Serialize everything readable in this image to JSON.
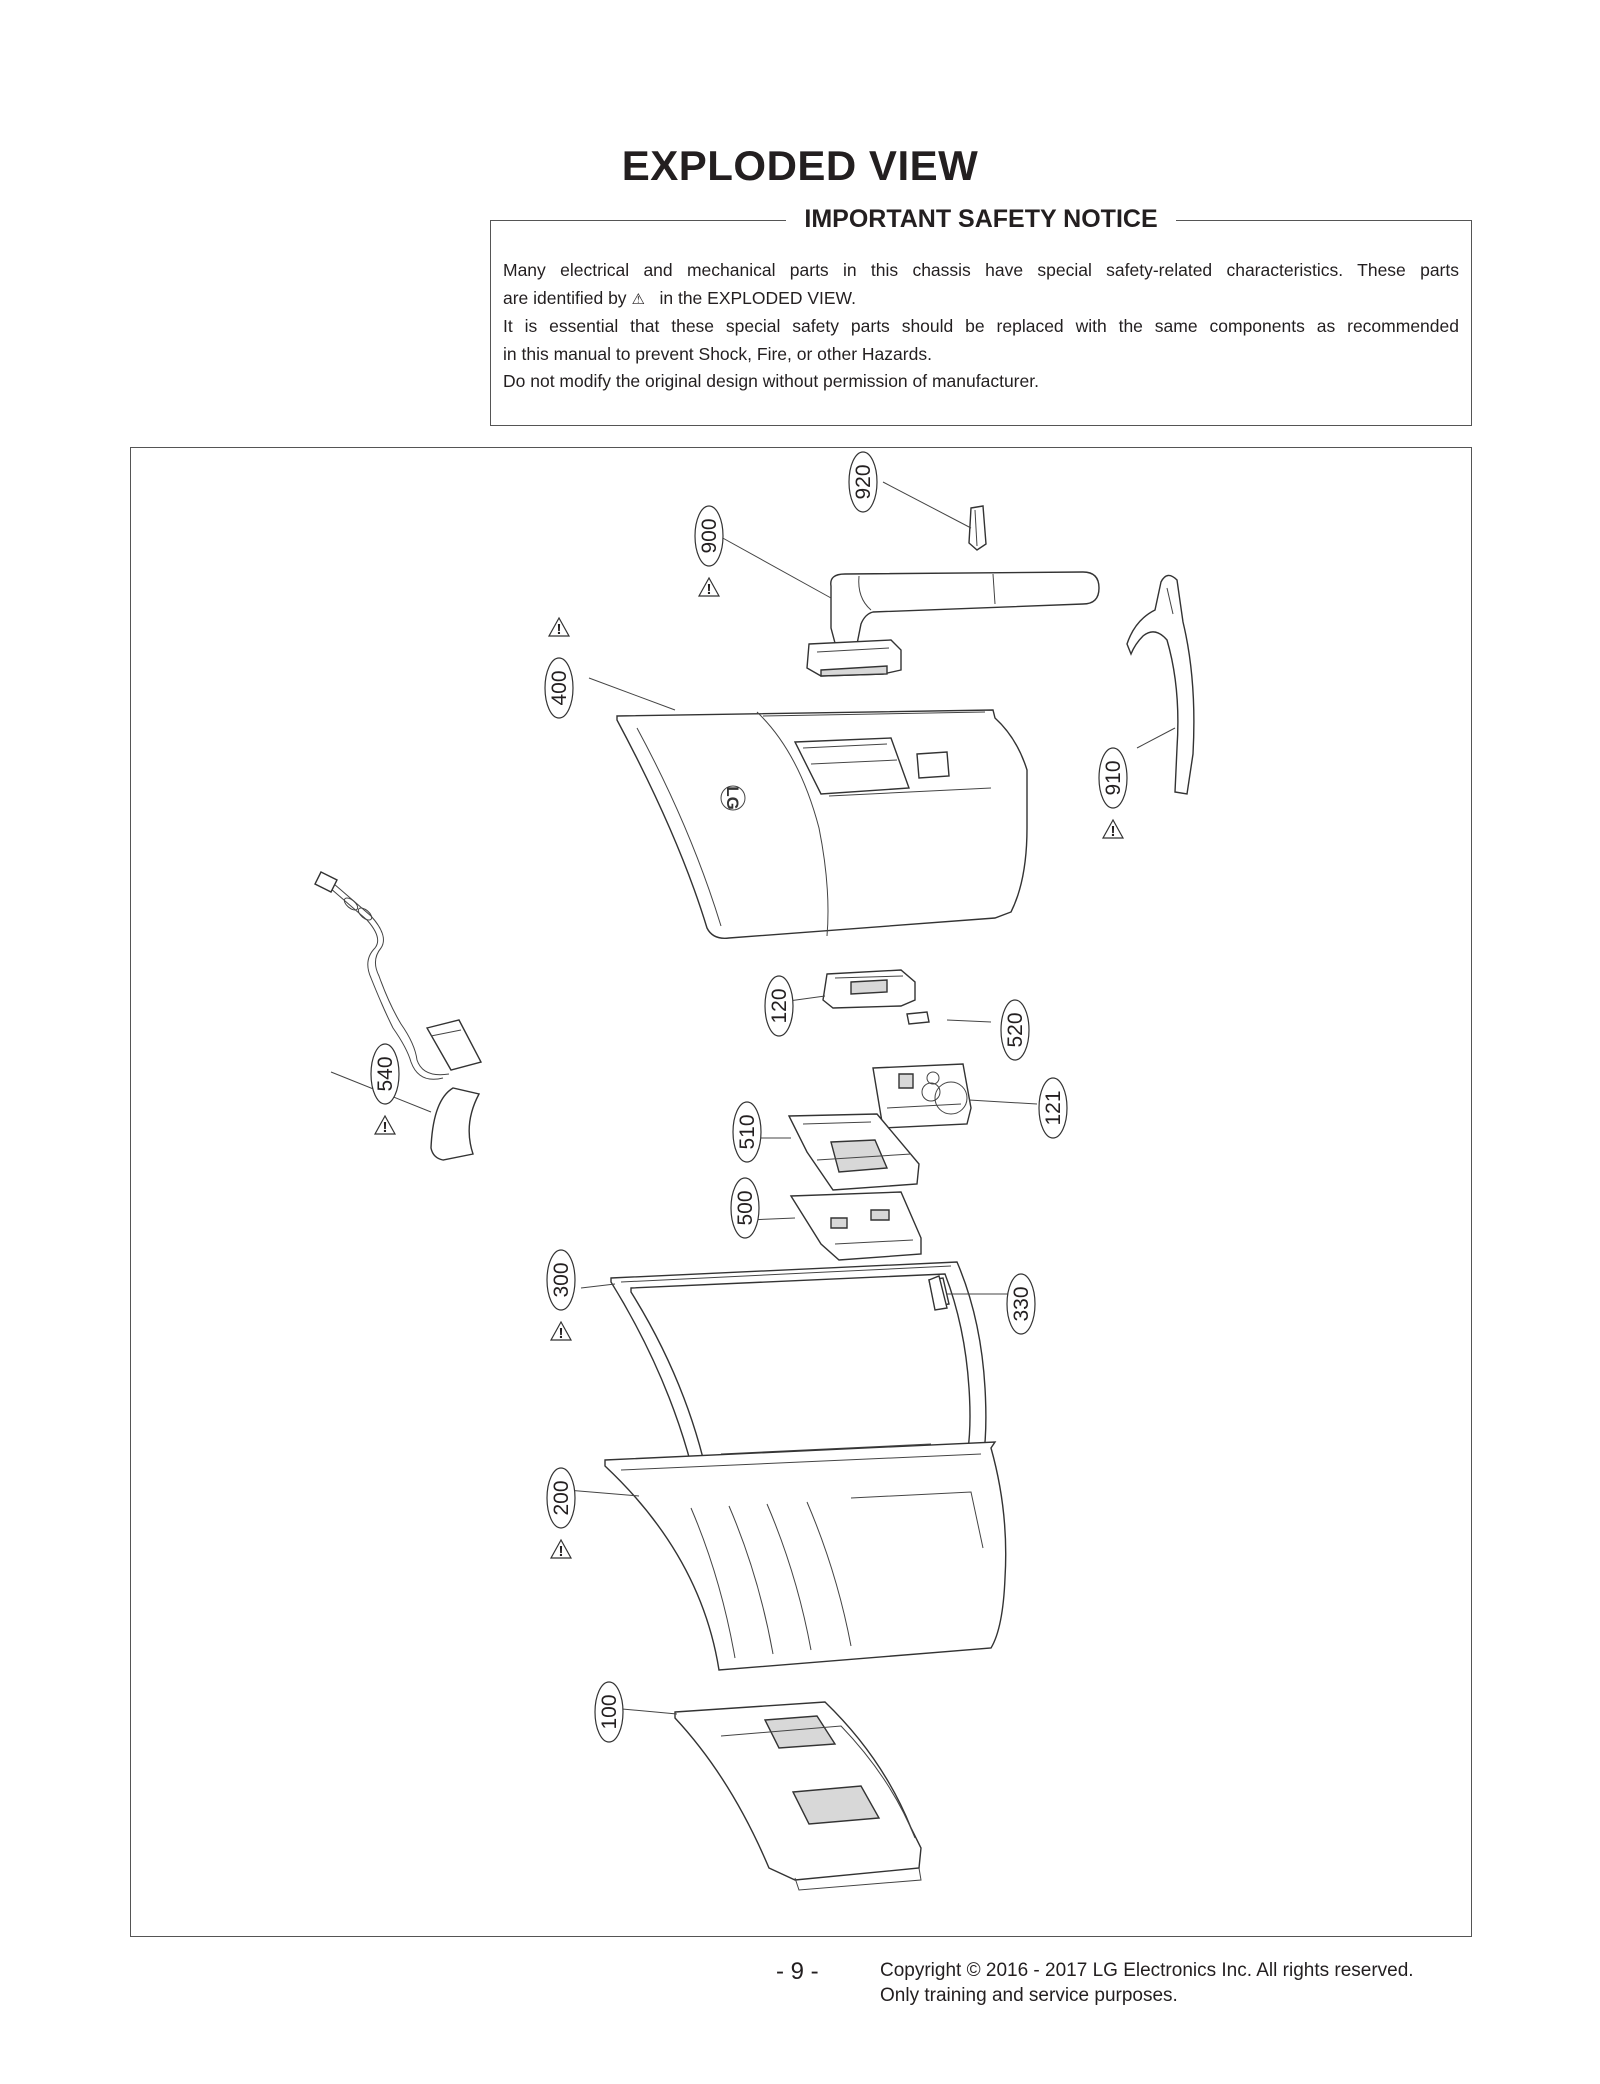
{
  "page": {
    "title": "EXPLODED VIEW"
  },
  "notice": {
    "title": "IMPORTANT SAFETY NOTICE",
    "line1": "Many electrical and mechanical parts in this chassis have special safety-related characteristics. These parts",
    "line2_prefix": "are identified by",
    "line2_symbol": "⚠",
    "line2_suffix": "in the  EXPLODED VIEW.",
    "line3": "It is essential that these special safety parts should be replaced with the same components as recommended",
    "line4": "in this manual to prevent Shock, Fire, or other Hazards.",
    "line5": "Do not modify the original design without permission of manufacturer."
  },
  "diagram": {
    "logo_text": "LG",
    "warning_symbol": "!",
    "callouts": [
      {
        "label": "920",
        "warning": false
      },
      {
        "label": "900",
        "warning": true
      },
      {
        "label": "400",
        "warning": true
      },
      {
        "label": "910",
        "warning": true
      },
      {
        "label": "540",
        "warning": true
      },
      {
        "label": "120",
        "warning": false
      },
      {
        "label": "520",
        "warning": false
      },
      {
        "label": "121",
        "warning": false
      },
      {
        "label": "510",
        "warning": false
      },
      {
        "label": "500",
        "warning": false
      },
      {
        "label": "300",
        "warning": true
      },
      {
        "label": "330",
        "warning": false
      },
      {
        "label": "200",
        "warning": true
      },
      {
        "label": "100",
        "warning": false
      }
    ]
  },
  "footer": {
    "page_number": "- 9 -",
    "copyright": "Copyright © 2016 - 2017 LG Electronics Inc. All rights reserved.",
    "purpose": "Only training and service purposes."
  }
}
